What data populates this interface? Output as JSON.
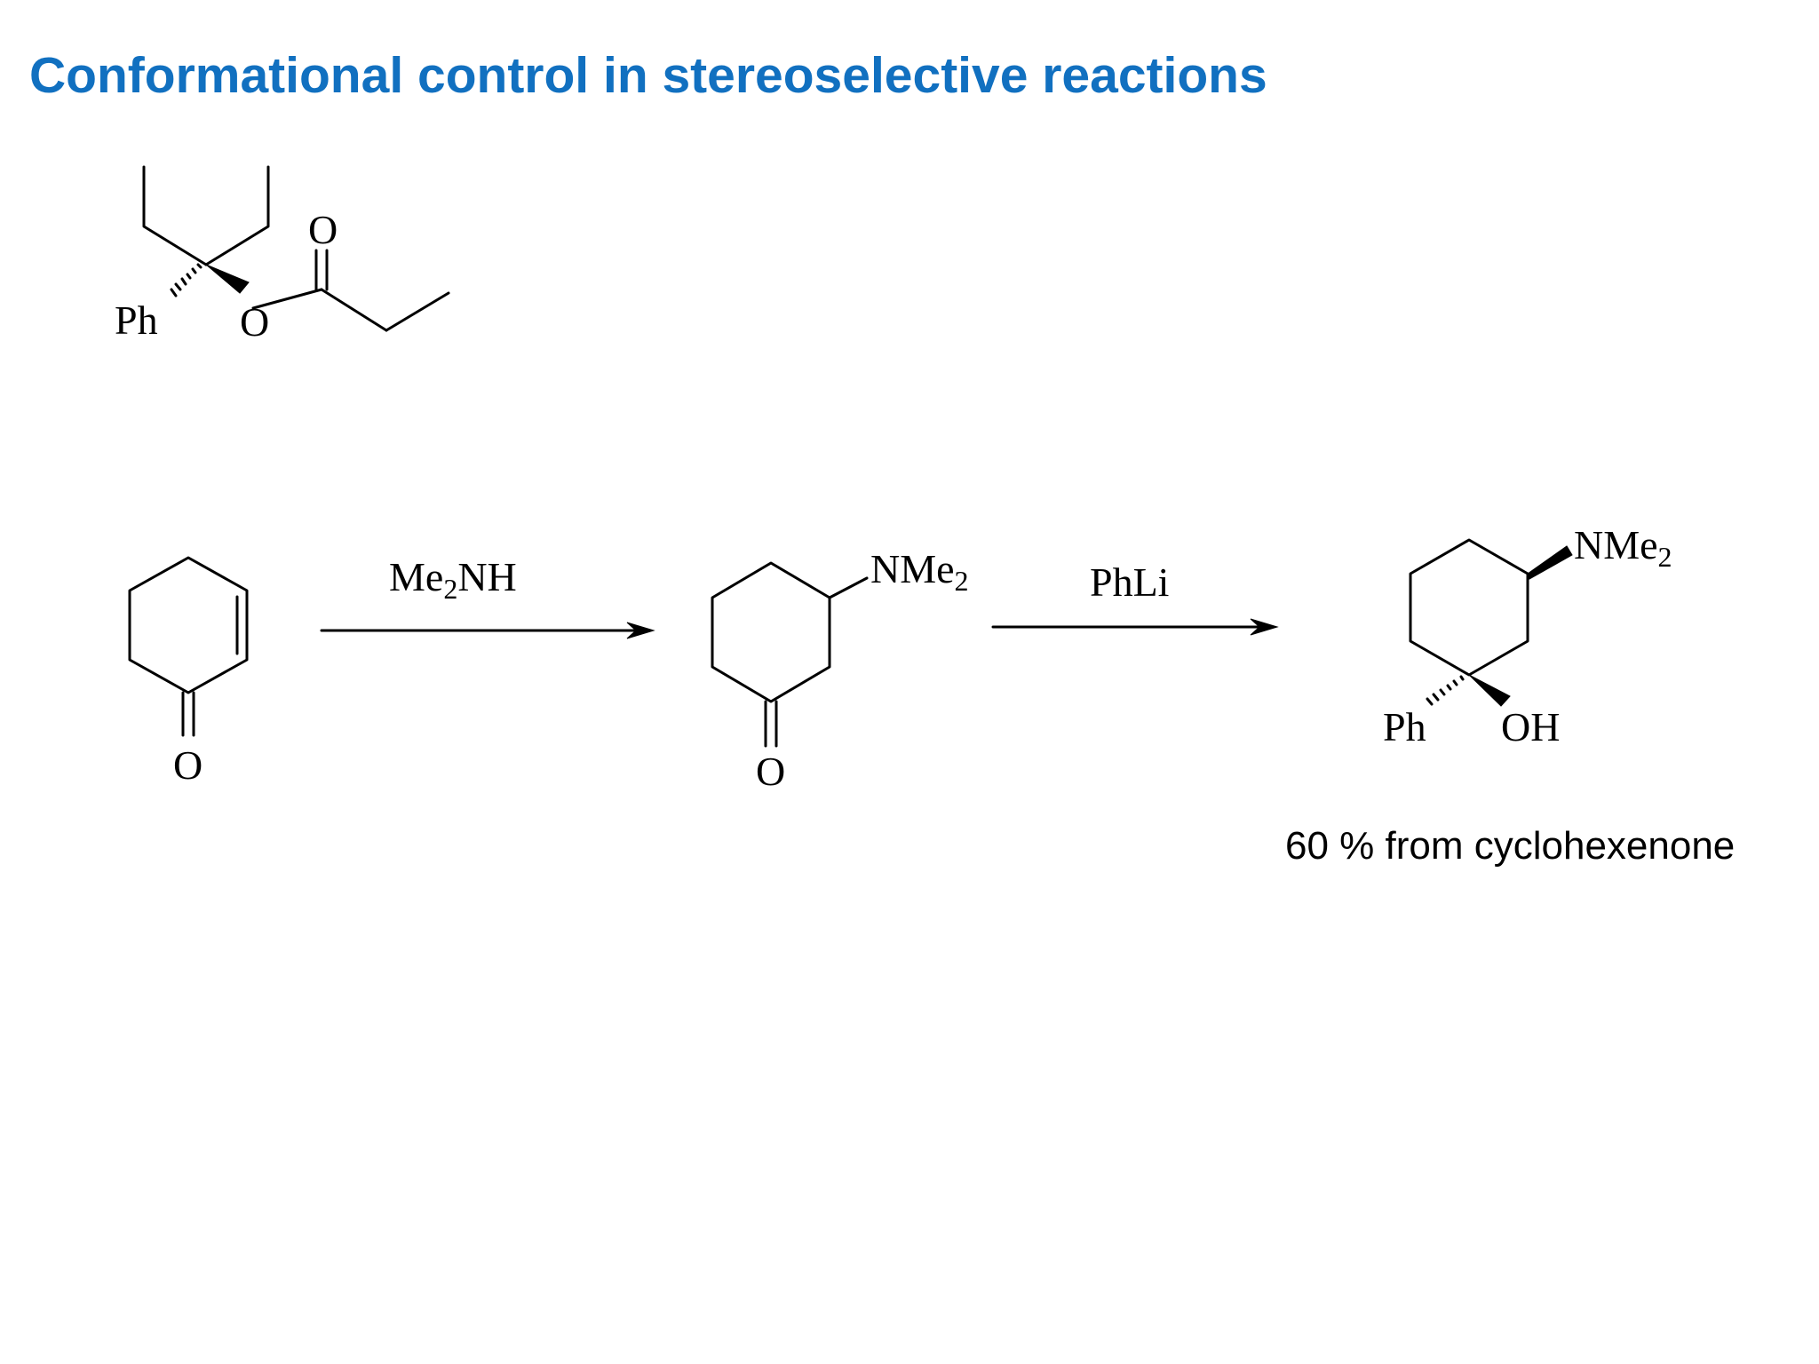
{
  "slide": {
    "title": "Conformational control in stereoselective reactions",
    "title_color": "#1170c0"
  },
  "ester": {
    "ph_label": "Ph",
    "ester_oxygen": "O",
    "carbonyl_oxygen": "O"
  },
  "reaction": {
    "starting_material": {
      "carbonyl_oxygen": "O"
    },
    "step1": {
      "reagent_main": "Me",
      "reagent_sub": "2",
      "reagent_tail": "NH"
    },
    "intermediate": {
      "amine_main": "NMe",
      "amine_sub": "2",
      "carbonyl_oxygen": "O"
    },
    "step2": {
      "reagent": "PhLi"
    },
    "product": {
      "amine_main": "NMe",
      "amine_sub": "2",
      "ph_label": "Ph",
      "hydroxyl": "OH"
    },
    "yield_note": "60 % from cyclohexenone"
  }
}
